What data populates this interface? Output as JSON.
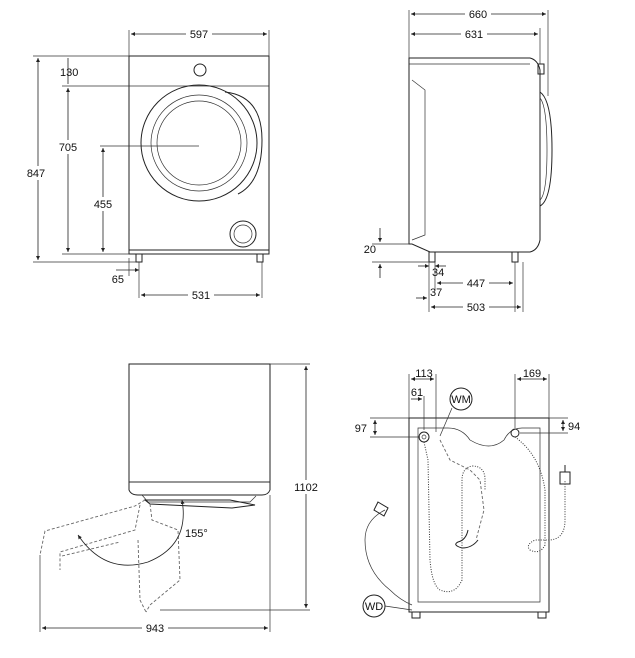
{
  "labels": {
    "front_width": "597",
    "top_height": "130",
    "door_top": "705",
    "total_height": "847",
    "door_center": "455",
    "foot_inset": "65",
    "foot_span": "531",
    "side_total_depth": "660",
    "side_body_depth": "631",
    "side_clearance": "20",
    "side_foot_inset": "34",
    "side_foot_span": "447",
    "side_rear_offset": "37",
    "side_base_depth": "503",
    "top_depth_open": "1102",
    "door_angle": "155°",
    "open_width": "943",
    "rear_left_offset": "113",
    "rear_inner_offset": "61",
    "rear_right_offset": "169",
    "rear_top_left": "97",
    "rear_top_right": "94",
    "tag_wm": "WM",
    "tag_wd": "WD"
  },
  "colors": {
    "line": "#222222",
    "background": "#ffffff"
  }
}
